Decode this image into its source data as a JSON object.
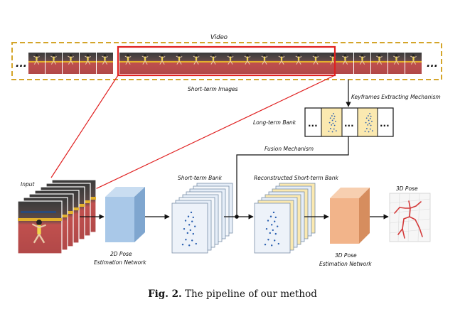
{
  "labels": {
    "video": "Video",
    "short_term_images": "Short-term Images",
    "keyframes_mechanism": "Keyframes Extracting Mechanism",
    "long_term_bank": "Long-term Bank",
    "fusion_mechanism": "Fusion Mechanism",
    "input": "Input",
    "short_term_bank": "Short-term Bank",
    "reconstructed_bank": "Reconstructed Short-term Bank",
    "pose2d_line1": "2D Pose",
    "pose2d_line2": "Estimation Network",
    "pose3d_line1": "3D Pose",
    "pose3d_line2": "Estimation Network",
    "pose3d_output": "3D Pose",
    "ellipsis": "..."
  },
  "caption": {
    "figure_label": "Fig. 2.",
    "text": "The pipeline of our method"
  },
  "colors": {
    "dashed_border": "#d4a52a",
    "highlight": "#e02020",
    "court_red": "#b44a4a",
    "network_2d": "#a9c8e8",
    "network_3d": "#f2b48a",
    "bank_yellow": "#fbe9b0",
    "bank_blue": "#e6eef8",
    "keypoint": "#2a5fb0"
  }
}
